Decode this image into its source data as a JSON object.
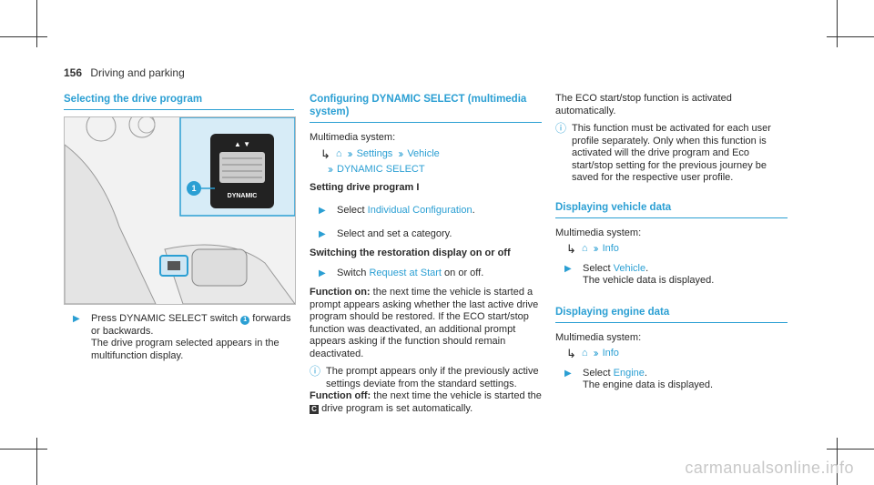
{
  "header": {
    "page_number": "156",
    "section": "Driving and parking"
  },
  "col1": {
    "title": "Selecting the drive program",
    "figure_callout": "1",
    "figure_switch_label": "DYNAMIC",
    "step_prefix": "Press DYNAMIC SELECT switch",
    "step_callout": "1",
    "step_suffix": "forwards or backwards.",
    "step_result": "The drive program selected appears in the multifunction display."
  },
  "col2": {
    "title": "Configuring DYNAMIC SELECT (multimedia system)",
    "intro": "Multimedia system:",
    "path": [
      "Settings",
      "Vehicle",
      "DYNAMIC SELECT"
    ],
    "sub1": "Setting drive program I",
    "s1_prefix": "Select",
    "s1_link": "Individual Configuration",
    "s1_suffix": ".",
    "s2": "Select and set a category.",
    "sub2": "Switching the restoration display on or off",
    "s3_prefix": "Switch",
    "s3_link": "Request at Start",
    "s3_suffix": "on or off.",
    "fon_label": "Function on:",
    "fon_text": "the next time the vehicle is started a prompt appears asking whether the last active drive program should be restored. If the ECO start/stop function was deactivated, an additional prompt appears asking if the function should remain deactivated.",
    "note1": "The prompt appears only if the previously active settings deviate from the standard settings.",
    "foff_label": "Function off:",
    "foff_text_a": "the next time the vehicle is started the",
    "foff_icon": "C",
    "foff_text_b": "drive program is set automatically."
  },
  "col3": {
    "intro_text": "The ECO start/stop function is activated automatically.",
    "note": "This function must be activated for each user profile separately. Only when this function is activated will the drive program and Eco start/stop setting for the previous journey be saved for the respective user profile.",
    "sec1_title": "Displaying vehicle data",
    "sec1_intro": "Multimedia system:",
    "sec1_path": "Info",
    "sec1_s_prefix": "Select",
    "sec1_s_link": "Vehicle",
    "sec1_s_suffix": ".",
    "sec1_result": "The vehicle data is displayed.",
    "sec2_title": "Displaying engine data",
    "sec2_intro": "Multimedia system:",
    "sec2_path": "Info",
    "sec2_s_prefix": "Select",
    "sec2_s_link": "Engine",
    "sec2_s_suffix": ".",
    "sec2_result": "The engine data is displayed."
  },
  "watermark": "carmanualsonline.info",
  "colors": {
    "accent": "#2b9fd3",
    "text": "#2a2a2a"
  }
}
